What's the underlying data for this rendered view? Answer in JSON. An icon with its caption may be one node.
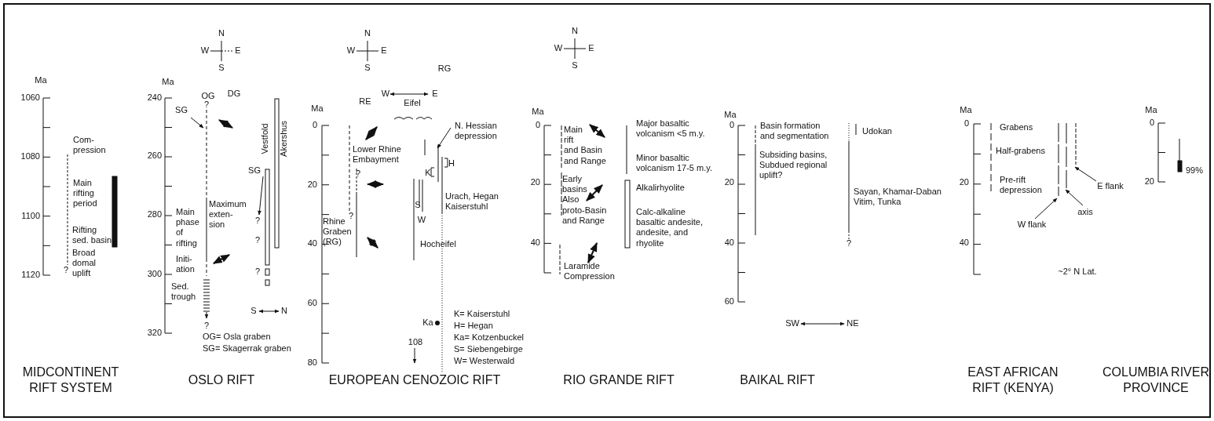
{
  "diagram": {
    "nodes": [
      {
        "text": [
          "SG"
        ]
      },
      {
        "text": [
          "SG"
        ]
      },
      {
        "text": [
          "N. Hessian depression"
        ]
      },
      {
        "text": [
          "W flank"
        ]
      },
      {
        "text": [
          "axis"
        ]
      },
      {
        "text": [
          "E flank"
        ]
      },
      {
        "text": [],
        "shape": "line"
      },
      {
        "text": [],
        "shape": "line"
      },
      {
        "text": [],
        "shape": "line"
      },
      {
        "text": [],
        "shape": "line"
      },
      {
        "text": [],
        "shape": "line"
      },
      {
        "text": [
          "?"
        ]
      }
    ],
    "edges": [
      {
        "from": 0,
        "to": 6,
        "arrow": "to"
      },
      {
        "from": 1,
        "to": 11,
        "arrow": "to"
      },
      {
        "from": 2,
        "to": 7,
        "arrow": "to"
      },
      {
        "from": 3,
        "to": 8,
        "arrow": "to"
      },
      {
        "from": 4,
        "to": 9,
        "arrow": "to"
      },
      {
        "from": 5,
        "to": 10,
        "arrow": "to"
      }
    ],
    "labels": [
      "Ma",
      "1060",
      "1080",
      "1100",
      "1120",
      "Com- pression",
      "Main rifting period",
      "Rifting sed. basin",
      "Broad domal uplift",
      "?",
      "MIDCONTINENT RIFT SYSTEM",
      "N",
      "W",
      "E",
      "S",
      "Ma",
      "240",
      "260",
      "280",
      "300",
      "320",
      "OG",
      "DG",
      "?",
      "Main phase of rifting",
      "Maximum exten- sion",
      "Vestfold",
      "Akershus",
      "?",
      "?",
      "Initi- ation",
      "Sed. trough",
      "S",
      "N",
      "?",
      "OG= Osla graben",
      "SG= Skagerrak graben",
      "OSLO RIFT",
      "N",
      "W",
      "E",
      "S",
      "RG",
      "W",
      "E",
      "RE",
      "Eifel",
      "Ma",
      "0",
      "20",
      "40",
      "60",
      "80",
      "Lower Rhine Embayment",
      "?",
      "K",
      "H",
      "Urach, Hegan Kaiserstuhl",
      "S",
      "Rhine Graben (RG)",
      "?",
      "W",
      "Hocheifel",
      "Ka",
      "108",
      "K= Kaiserstuhl",
      "H= Hegan",
      "Ka= Kotzenbuckel",
      "S= Siebengebirge",
      "W= Westerwald",
      "EUROPEAN CENOZOIC RIFT",
      "N",
      "W",
      "E",
      "S",
      "Ma",
      "0",
      "20",
      "40",
      "Main rift and Basin and Range",
      "Early basins Also proto-Basin and Range",
      "Laramide Compression",
      "Major basaltic volcanism <5 m.y.",
      "Minor basaltic volcanism 17-5 m.y.",
      "Alkalirhyolite",
      "Calc-alkaline basaltic andesite, andesite, and rhyolite",
      "RIO GRANDE RIFT",
      "Ma",
      "0",
      "20",
      "40",
      "60",
      "Basin formation and segmentation",
      "Udokan",
      "Subsiding basins, Subdued regional uplift?",
      "Sayan, Khamar-Daban Vitim, Tunka",
      "?",
      "SW",
      "NE",
      "BAIKAL RIFT",
      "Ma",
      "0",
      "20",
      "40",
      "Grabens",
      "Half-grabens",
      "Pre-rift depression",
      "~2° N Lat.",
      "EAST AFRICAN RIFT (KENYA)",
      "Ma",
      "0",
      "20",
      "99%",
      "COLUMBIA RIVER PROVINCE"
    ]
  }
}
